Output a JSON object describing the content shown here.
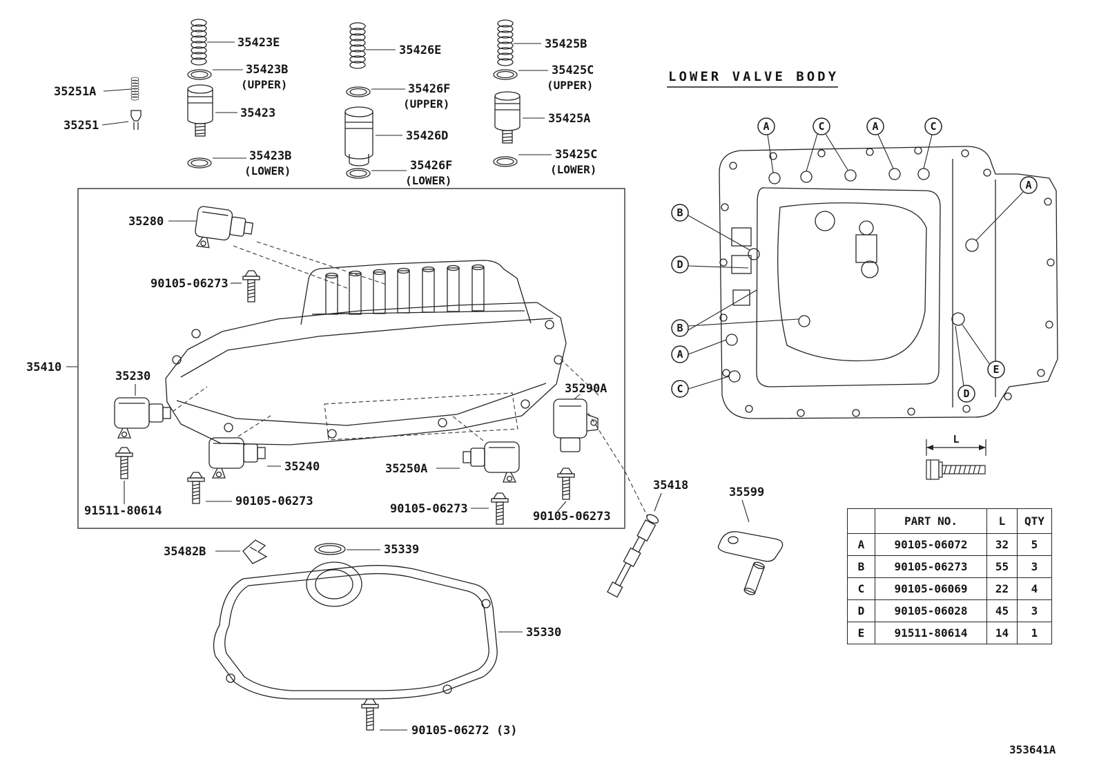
{
  "title": "LOWER VALVE BODY",
  "figure_code": "353641A",
  "labels": {
    "p35251A": "35251A",
    "p35251": "35251",
    "p35423E": "35423E",
    "p35423B": "35423B",
    "p35423": "35423",
    "p35426E": "35426E",
    "p35426F": "35426F",
    "p35426D": "35426D",
    "p35425B": "35425B",
    "p35425C": "35425C",
    "p35425A": "35425A",
    "upper": "(UPPER)",
    "lower": "(LOWER)",
    "p35280": "35280",
    "p35410": "35410",
    "p35230": "35230",
    "p35240": "35240",
    "p35250A": "35250A",
    "p35290A": "35290A",
    "p90105_06273": "90105-06273",
    "p91511_80614": "91511-80614",
    "p35482B": "35482B",
    "p35339": "35339",
    "p35330": "35330",
    "p90105_06272": "90105-06272 (3)",
    "p35418": "35418",
    "p35599": "35599"
  },
  "callouts": {
    "A": "A",
    "B": "B",
    "C": "C",
    "D": "D",
    "E": "E",
    "L": "L"
  },
  "table": {
    "headers": {
      "part_no": "PART NO.",
      "l": "L",
      "qty": "QTY"
    },
    "rows": [
      {
        "key": "A",
        "part_no": "90105-06072",
        "l": "32",
        "qty": "5"
      },
      {
        "key": "B",
        "part_no": "90105-06273",
        "l": "55",
        "qty": "3"
      },
      {
        "key": "C",
        "part_no": "90105-06069",
        "l": "22",
        "qty": "4"
      },
      {
        "key": "D",
        "part_no": "90105-06028",
        "l": "45",
        "qty": "3"
      },
      {
        "key": "E",
        "part_no": "91511-80614",
        "l": "14",
        "qty": "1"
      }
    ]
  }
}
